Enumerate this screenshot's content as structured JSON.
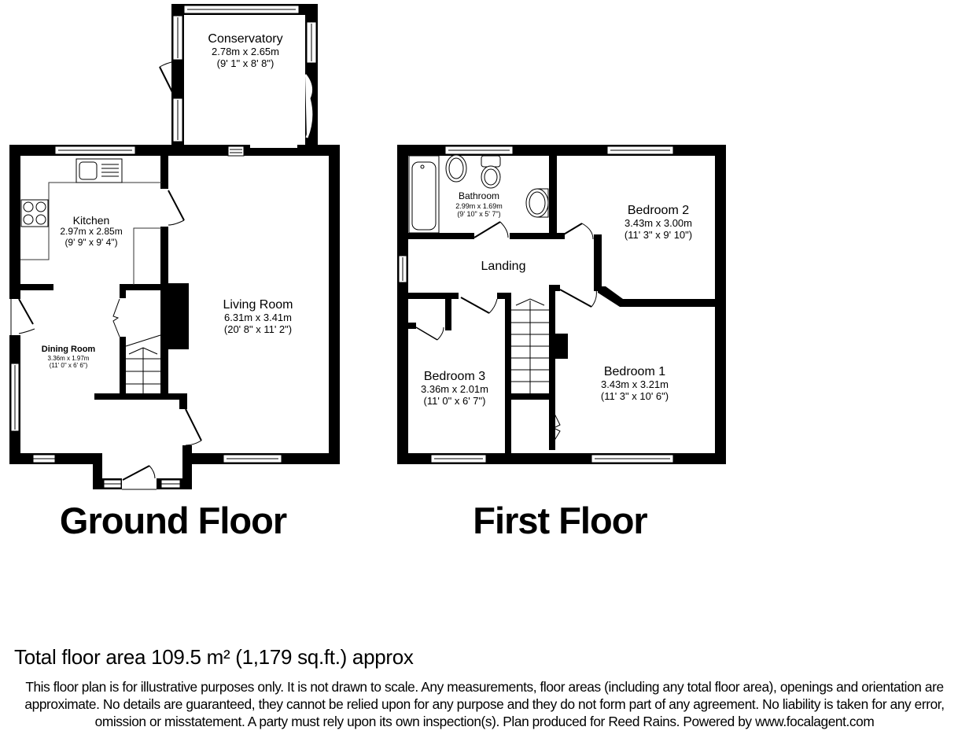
{
  "floors": [
    {
      "title": "Ground Floor",
      "rooms": [
        {
          "name": "Conservatory",
          "metric": "2.78m x 2.65m",
          "imperial": "(9' 1\" x 8' 8\")"
        },
        {
          "name": "Kitchen",
          "metric": "2.97m x 2.85m",
          "imperial": "(9' 9\" x 9' 4\")"
        },
        {
          "name": "Living Room",
          "metric": "6.31m x 3.41m",
          "imperial": "(20' 8\" x 11' 2\")"
        },
        {
          "name": "Dining Room",
          "metric": "3.36m x 1.97m",
          "imperial": "(11' 0\" x 6' 6\")"
        }
      ]
    },
    {
      "title": "First Floor",
      "rooms": [
        {
          "name": "Bathroom",
          "metric": "2.99m x 1.69m",
          "imperial": "(9' 10\" x 5' 7\")"
        },
        {
          "name": "Bedroom 2",
          "metric": "3.43m x 3.00m",
          "imperial": "(11' 3\" x 9' 10\")"
        },
        {
          "name": "Landing"
        },
        {
          "name": "Bedroom 3",
          "metric": "3.36m x 2.01m",
          "imperial": "(11' 0\" x 6' 7\")"
        },
        {
          "name": "Bedroom 1",
          "metric": "3.43m x 3.21m",
          "imperial": "(11' 3\" x 10' 6\")"
        }
      ]
    }
  ],
  "summary": {
    "total_area": "Total floor area 109.5 m² (1,179 sq.ft.) approx",
    "disclaimer": "This floor plan is for illustrative purposes only. It is not drawn to scale. Any measurements, floor areas (including any total floor area), openings and orientation are approximate. No details are guaranteed, they cannot be relied upon for any purpose and they do not form part of any agreement. No liability is taken for any error, omission or misstatement. A party must rely upon its own inspection(s). Plan produced for Reed Rains. Powered by www.focalagent.com"
  },
  "colors": {
    "wall": "#000000",
    "background": "#ffffff",
    "fixture_line": "#333333"
  }
}
